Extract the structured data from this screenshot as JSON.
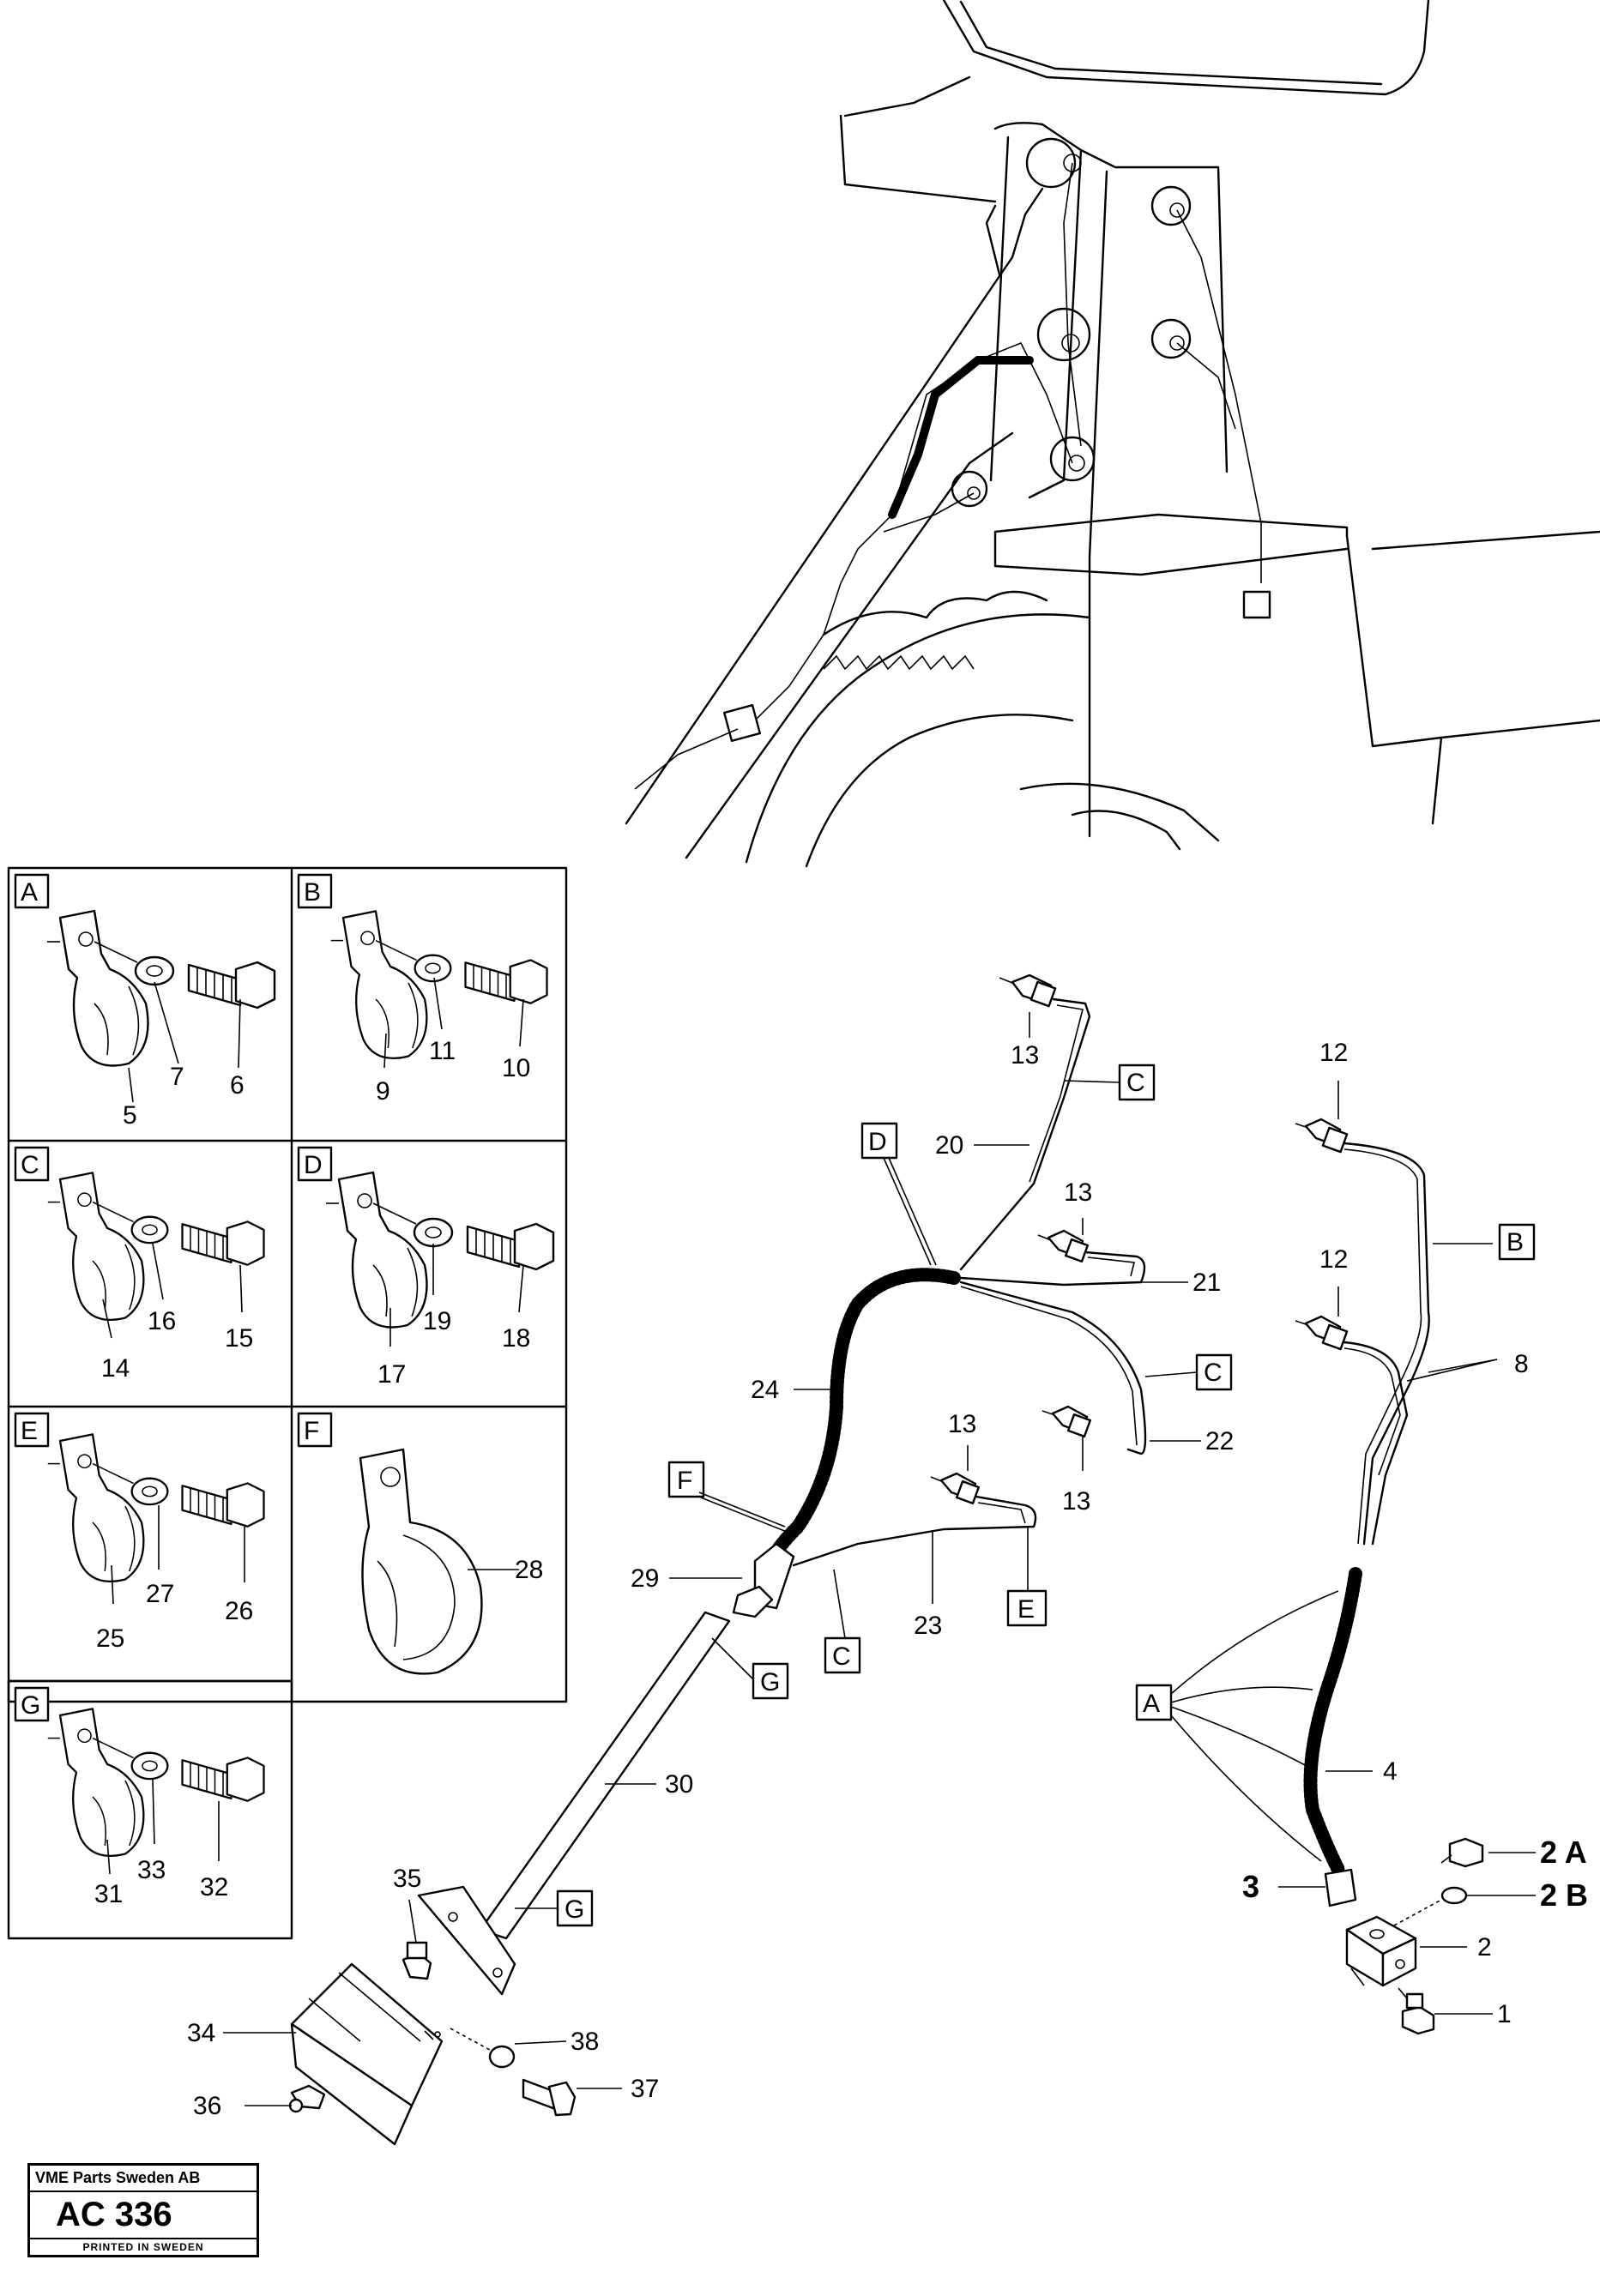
{
  "boxes": {
    "A": "A",
    "B": "B",
    "C": "C",
    "D": "D",
    "E": "E",
    "F": "F",
    "G": "G"
  },
  "inset_numbers": {
    "A": [
      "7",
      "6",
      "5"
    ],
    "B": [
      "11",
      "10",
      "9"
    ],
    "C": [
      "16",
      "15",
      "14"
    ],
    "D": [
      "19",
      "18",
      "17"
    ],
    "E": [
      "27",
      "26",
      "25"
    ],
    "F": [
      "28"
    ],
    "G": [
      "33",
      "32",
      "31"
    ]
  },
  "callouts": {
    "n1": "1",
    "n2": "2",
    "n2a": "2 A",
    "n2b": "2 B",
    "n3": "3",
    "n4": "4",
    "n8": "8",
    "n12a": "12",
    "n12b": "12",
    "n13a": "13",
    "n13b": "13",
    "n13c": "13",
    "n13d": "13",
    "n20": "20",
    "n21": "21",
    "n22": "22",
    "n23": "23",
    "n24": "24",
    "n29": "29",
    "n30": "30",
    "n34": "34",
    "n35": "35",
    "n36": "36",
    "n37": "37",
    "n38": "38"
  },
  "stamp": {
    "company": "VME Parts Sweden AB",
    "code": "AC 336",
    "printed": "PRINTED IN SWEDEN"
  }
}
